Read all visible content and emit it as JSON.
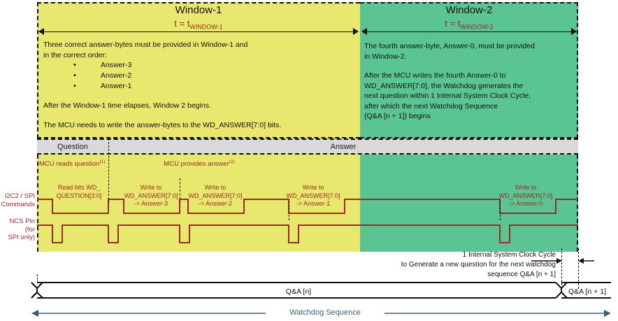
{
  "windows": {
    "win1": {
      "title": "Window-1",
      "time_prefix": "t = t",
      "time_sub": "WINDOW-1",
      "intro_line1": "Three correct answer-bytes must be provided in Window-1 and",
      "intro_line2": "in the correct order:",
      "bullets": [
        "Answer-3",
        "Answer-2",
        "Answer-1"
      ],
      "para2": "After the Window-1 time elapses, Window 2 begins.",
      "para3": "The MCU needs to write the answer-bytes to the WD_ANSWER[7:0] bits."
    },
    "win2": {
      "title": "Window-2",
      "time_prefix": "t = t",
      "time_sub": "WINDOW-2",
      "para1_line1": "The fourth answer-byte, Answer-0, must be provided",
      "para1_line2": "in Window-2.",
      "para2_line1": "After the MCU writes the fourth Answer-0 to",
      "para2_line2": "WD_ANSWER[7:0], the Watchdog generates the",
      "para2_line3": "next question within 1 Internal System Clock Cycle,",
      "para2_line4": "after which the next Watchdog Sequence",
      "para2_line5": "(Q&A [n + 1]) begins"
    }
  },
  "phase_band": {
    "question": "Question",
    "answer": "Answer"
  },
  "actions": {
    "mcu_reads": "MCU reads question",
    "mcu_reads_note": "(1)",
    "mcu_provides": "MCU provides answer",
    "mcu_provides_note": "(2)"
  },
  "signals": {
    "i2c_label_line1": "I2C2 / SPI",
    "i2c_label_line2": "Commands",
    "ncs_label_line1": "NCS Pin (for",
    "ncs_label_line2": "SPI only)"
  },
  "transactions": [
    {
      "line1": "Read bits WD_",
      "line2": "QUESTION[3:0]",
      "line3": ""
    },
    {
      "line1": "Write to",
      "line2": "WD_ANSWER[7:0]",
      "line3": "-> Answer-3"
    },
    {
      "line1": "Write to",
      "line2": "WD_ANSWER[7:0]",
      "line3": "-> Answer-2"
    },
    {
      "line1": "Write to",
      "line2": "WD_ANSWER[7:0]",
      "line3": "-> Answer-1"
    },
    {
      "line1": "Write to",
      "line2": "WD_ANSWER[7:0]",
      "line3": "-> Answer-0"
    }
  ],
  "clock_note": {
    "line1": "1 Internal System Clock Cycle",
    "line2": "to Generate a new question for the next watchdog",
    "line3": "sequence Q&A [n + 1]"
  },
  "bus": {
    "segment_n": "Q&A [n]",
    "segment_n1": "Q&A [n + 1]"
  },
  "footer": {
    "sequence_label": "Watchdog Sequence"
  },
  "colors": {
    "window1_fill": "#e8e86e",
    "window2_fill": "#5bc493",
    "band_fill": "#d9d9d9",
    "signal_red": "#9c2a2a",
    "sequence_blue": "#3b5f73",
    "outline": "#111111"
  }
}
